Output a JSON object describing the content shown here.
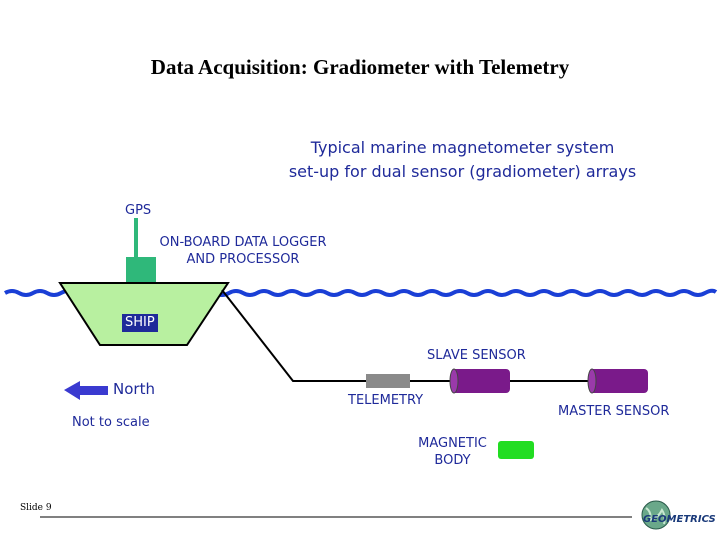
{
  "title": "Data Acquisition: Gradiometer with Telemetry",
  "subtitle_line1": "Typical marine magnetometer system",
  "subtitle_line2": "set-up for dual sensor (gradiometer) arrays",
  "labels": {
    "gps": "GPS",
    "logger_line1": "ON-BOARD DATA LOGGER",
    "logger_line2": "AND PROCESSOR",
    "ship": "SHIP",
    "slave_sensor": "SLAVE SENSOR",
    "north": "North",
    "telemetry": "TELEMETRY",
    "master_sensor": "MASTER SENSOR",
    "not_to_scale": "Not to scale",
    "magnetic_line1": "MAGNETIC",
    "magnetic_line2": "BODY"
  },
  "footer": {
    "slide": "Slide 9",
    "logo": "GEOMETRICS"
  },
  "colors": {
    "text": "#1f2a9a",
    "water": "#1a3fd6",
    "ship_fill": "#b8f0a0",
    "gps_green": "#2fb87a",
    "sensor_purple": "#7a1a8a",
    "telemetry_gray": "#8a8a8a",
    "magnetic_body": "#22dd22",
    "arrow_blue": "#3a3ad0"
  }
}
